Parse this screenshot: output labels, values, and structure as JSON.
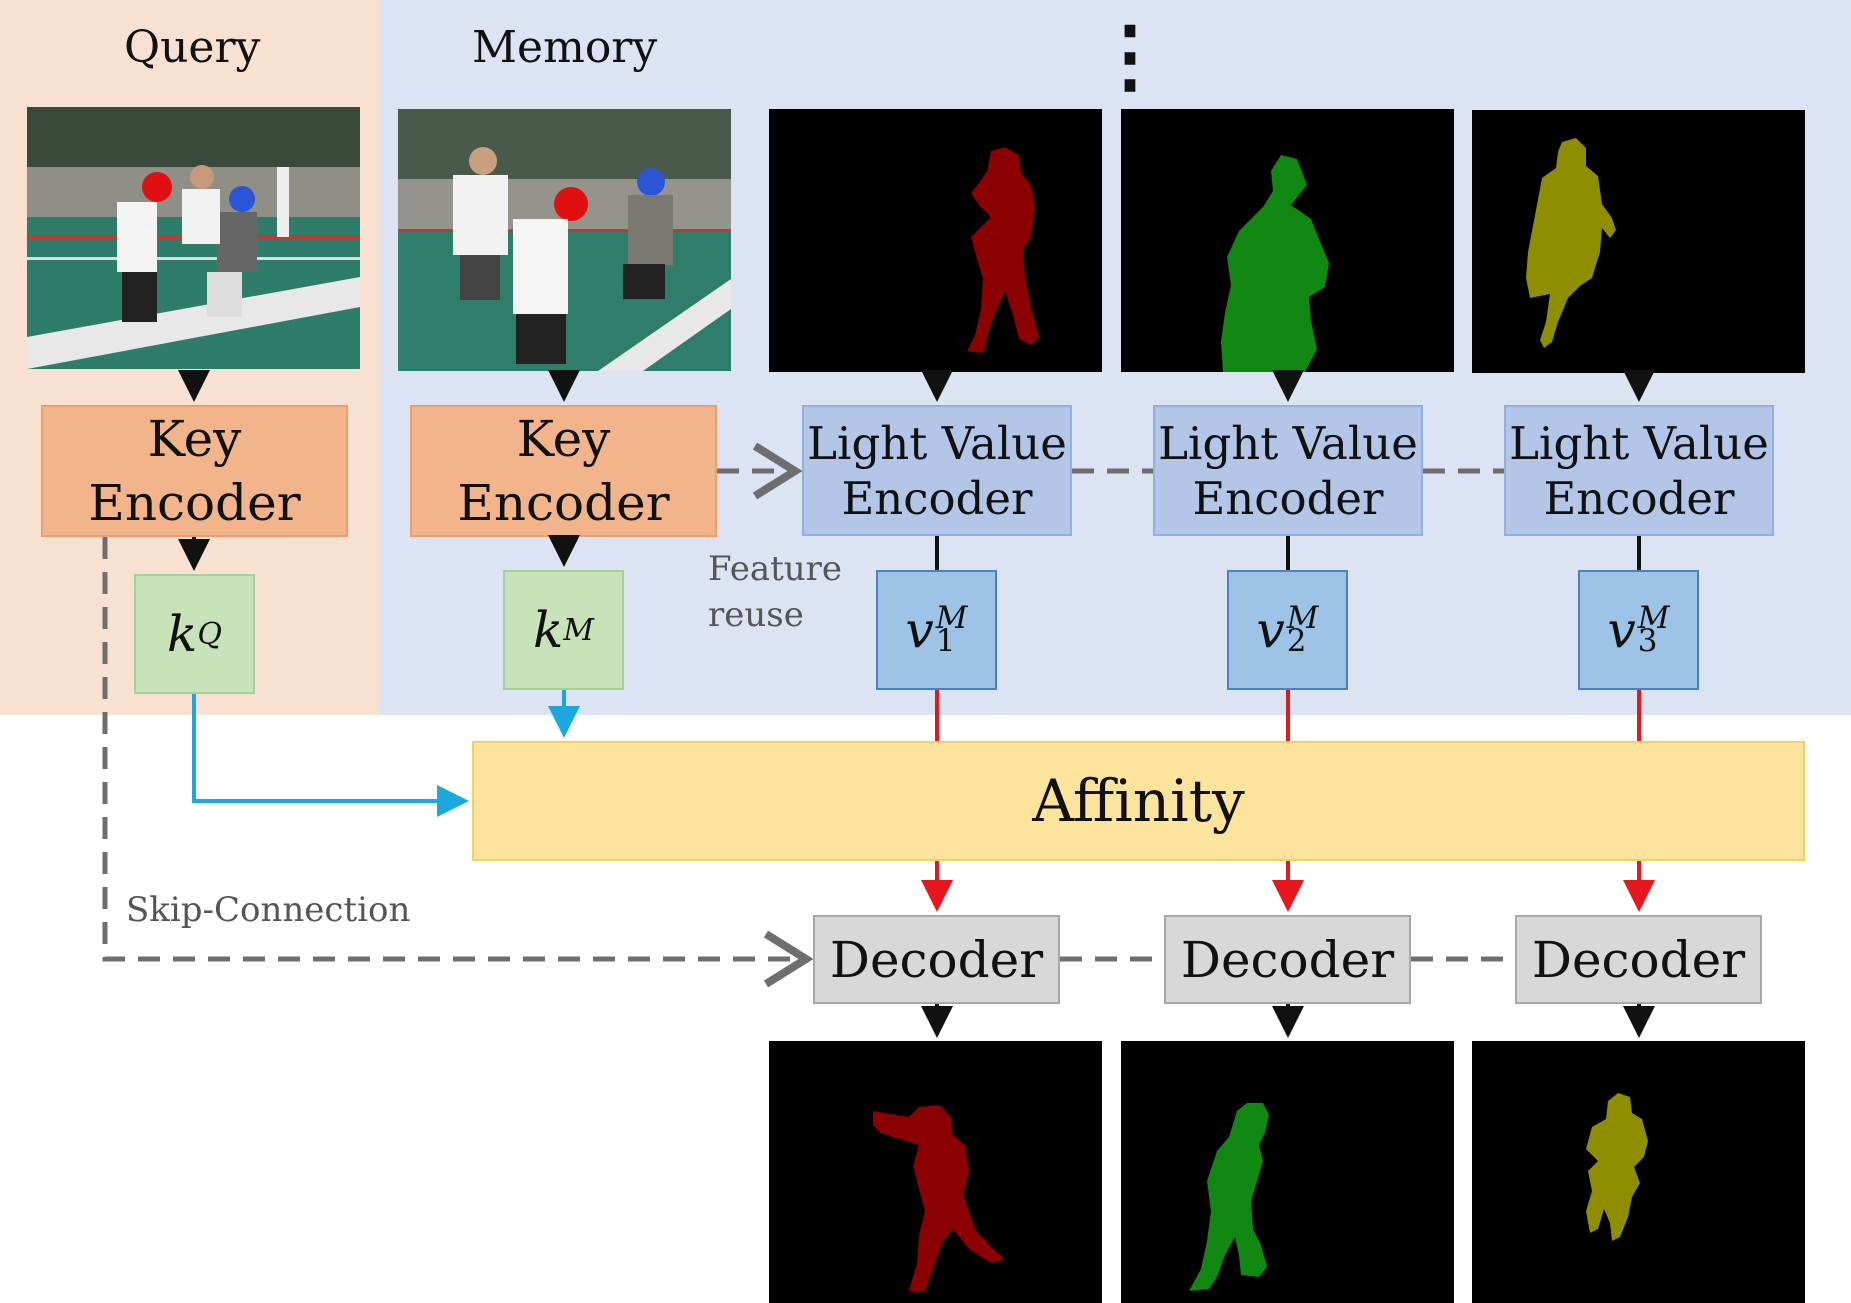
{
  "regions": {
    "query": "Query",
    "memory": "Memory"
  },
  "ellipsis": "⋮",
  "key_encoder": {
    "line1": "Key",
    "line2": "Encoder"
  },
  "light_value_encoder": {
    "line1": "Light Value",
    "line2": "Encoder"
  },
  "keys": {
    "query": {
      "base": "k",
      "sup": "Q"
    },
    "memory": {
      "base": "k",
      "sup": "M"
    }
  },
  "values": [
    {
      "base": "v",
      "sup": "M",
      "sub": "1"
    },
    {
      "base": "v",
      "sup": "M",
      "sub": "2"
    },
    {
      "base": "v",
      "sup": "M",
      "sub": "3"
    }
  ],
  "annotations": {
    "feature_reuse_line1": "Feature",
    "feature_reuse_line2": "reuse",
    "skip_connection": "Skip-Connection"
  },
  "affinity": "Affinity",
  "decoder": "Decoder",
  "colors": {
    "query_bg": "#f9e1d1",
    "memory_bg": "#dce3f3",
    "key_arrow": "#1ca7e0",
    "value_arrow": "#e6161d",
    "dashed_arrow": "#6e6e6e",
    "mask_object_1": "#8b0000",
    "mask_object_2": "#118811",
    "mask_object_3": "#8e8e00"
  }
}
